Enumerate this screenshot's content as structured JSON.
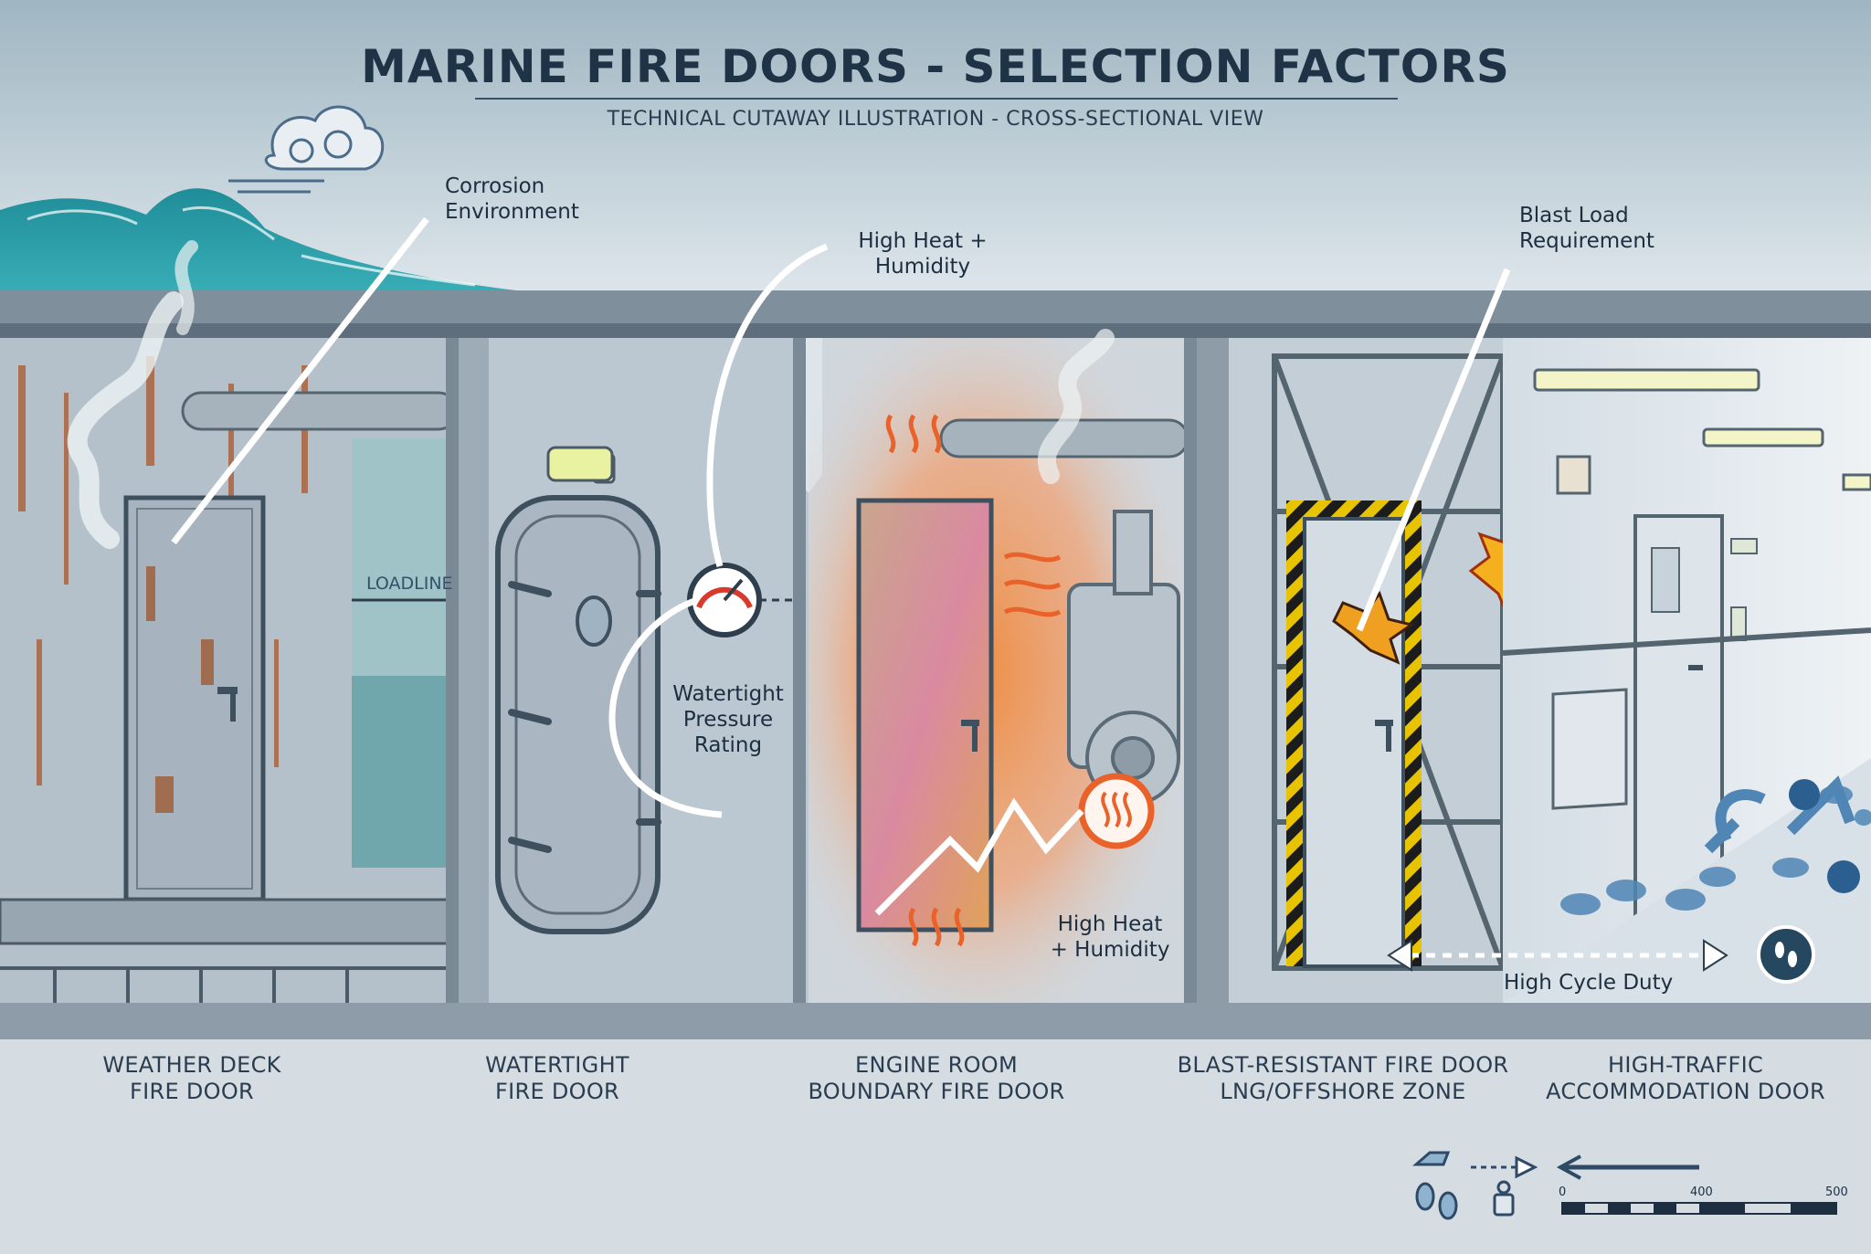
{
  "header": {
    "title": "MARINE FIRE DOORS - SELECTION FACTORS",
    "subtitle": "TECHNICAL CUTAWAY ILLUSTRATION - CROSS-SECTIONAL VIEW"
  },
  "callouts": {
    "corrosion": [
      "Corrosion",
      "Environment"
    ],
    "heat_top": [
      "High Heat +",
      "Humidity"
    ],
    "watertight": [
      "Watertight",
      "Pressure",
      "Rating"
    ],
    "heat_bottom": [
      "High Heat",
      "+ Humidity"
    ],
    "blast": [
      "Blast Load",
      "Requirement"
    ],
    "cycle": "High Cycle Duty",
    "loadline": "LOADLINE"
  },
  "zones": [
    [
      "WEATHER DECK",
      "FIRE DOOR"
    ],
    [
      "WATERTIGHT",
      "FIRE DOOR"
    ],
    [
      "ENGINE ROOM",
      "BOUNDARY FIRE DOOR"
    ],
    [
      "BLAST-RESISTANT FIRE DOOR",
      "LNG/OFFSHORE ZONE"
    ],
    [
      "HIGH-TRAFFIC",
      "ACCOMMODATION DOOR"
    ]
  ],
  "legend": {
    "scale_labels": [
      "0",
      "400",
      "500"
    ],
    "icons": [
      "ship-tap-icon",
      "dashed-arrow-icon",
      "long-arrow-icon",
      "footprints-icon",
      "bucket-icon"
    ]
  },
  "colors": {
    "title": "#1f3346",
    "steel": "#b6c3cd",
    "rust": "#a8572b",
    "heat": "#e8622a",
    "hazard_yellow": "#e8c400",
    "sea": "#2a9aa8",
    "floor_blue": "#4f86b5"
  }
}
